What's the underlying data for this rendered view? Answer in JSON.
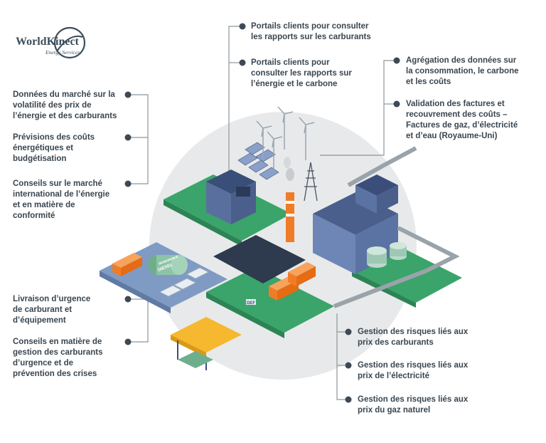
{
  "logo": {
    "brand": "WorldKinect",
    "tagline": "Energy Services"
  },
  "labels": {
    "l1": [
      "Données du marché sur la",
      "volatilité des prix de",
      "l’énergie et des carburants"
    ],
    "l2": [
      "Prévisions des coûts",
      "énergétiques et",
      "budgétisation"
    ],
    "l3": [
      "Conseils sur le marché",
      "international de l’énergie",
      "et en matière de",
      "conformité"
    ],
    "l4": [
      "Livraison d’urgence",
      "de carburant et",
      "d’équipement"
    ],
    "l5": [
      "Conseils en matière de",
      "gestion des carburants",
      "d’urgence et de",
      "prévention des crises"
    ],
    "t1": [
      "Portails clients pour consulter",
      "les rapports sur les carburants"
    ],
    "t2": [
      "Portails clients pour",
      "consulter les rapports sur",
      "l’énergie et le carbone"
    ],
    "r1": [
      "Agrégation des données sur",
      "la consommation, le carbone",
      "et les coûts"
    ],
    "r2": [
      "Validation des factures et",
      "recouvrement des coûts –",
      "Factures de gaz, d’électricité",
      "et d’eau (Royaume-Uni)"
    ],
    "b1": [
      "Gestion des risques liés aux",
      "prix des carburants"
    ],
    "b2": [
      "Gestion des risques liés aux",
      "prix de l’électricité"
    ],
    "b3": [
      "Gestion des risques liés aux",
      "prix du gaz naturel"
    ]
  },
  "signs": {
    "diesel": "DIESEL",
    "renewable": "RENEWABLE",
    "def": "DEF"
  },
  "colors": {
    "text": "#3a4650",
    "line": "#8c969c",
    "circle": "#e8e9ea",
    "green": "#3aa46a",
    "blue": "#7f9bc4",
    "orange": "#f07c28",
    "navy": "#3b4e7a"
  }
}
